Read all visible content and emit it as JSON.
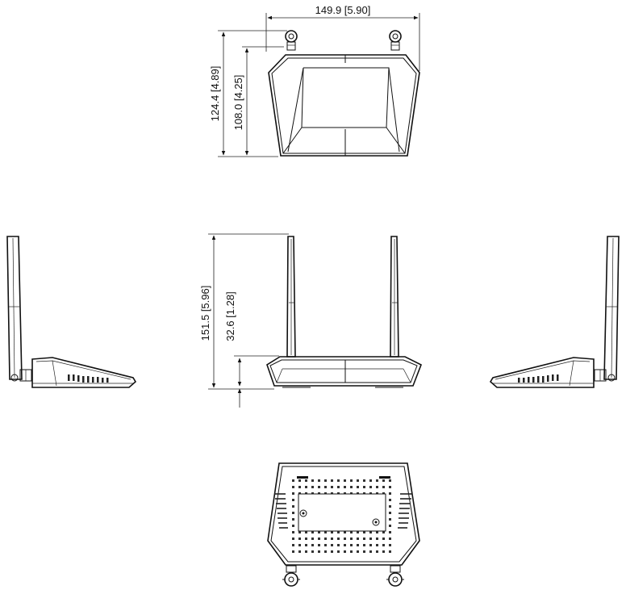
{
  "dimensions": {
    "width": "149.9 [5.90]",
    "total_depth": "124.4 [4.89]",
    "body_depth": "108.0 [4.25]",
    "total_height": "151.5 [5.96]",
    "body_height": "32.6 [1.28]"
  },
  "views": [
    "top-view",
    "left-side-view",
    "front-view",
    "right-side-view",
    "bottom-view"
  ]
}
